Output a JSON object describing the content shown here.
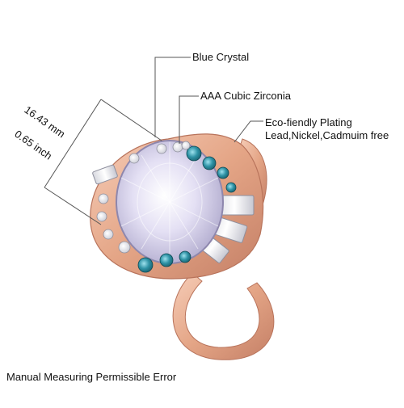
{
  "labels": {
    "blue_crystal": "Blue Crystal",
    "aaa_cz": "AAA Cubic Zirconia",
    "eco_line1": "Eco-fiendly Plating",
    "eco_line2": "Lead,Nickel,Cadmuim free"
  },
  "dimensions": {
    "mm": "16.43 mm",
    "inch": "0.65 inch"
  },
  "footer": "Manual Measuring Permissible Error",
  "colors": {
    "rose_gold": "#e7ab8f",
    "rose_gold_dark": "#c47f66",
    "center_stone": "#d9d4ee",
    "blue_topaz": "#2f93a6",
    "cz_white": "#f3f3f6",
    "leader_line": "#555555"
  }
}
